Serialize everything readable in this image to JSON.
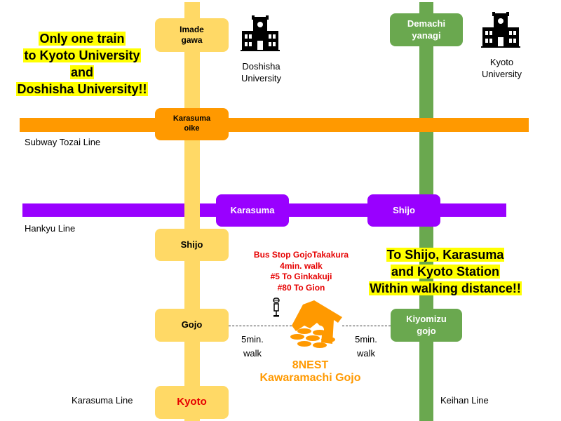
{
  "promo_left": {
    "lines": [
      "Only one train",
      "to Kyoto University",
      "and",
      "Doshisha University!!"
    ]
  },
  "promo_right": {
    "lines": [
      "To Shijo, Karasuma",
      "and Kyoto Station",
      "Within walking distance!!"
    ]
  },
  "universities": [
    {
      "name_line1": "Doshisha",
      "name_line2": "University",
      "icon": "school-building-icon"
    },
    {
      "name_line1": "Kyoto",
      "name_line2": "University",
      "icon": "school-building-icon"
    }
  ],
  "lines": {
    "tozai": {
      "label": "Subway Tozai Line",
      "color": "#ff9900"
    },
    "hankyu": {
      "label": "Hankyu Line",
      "color": "#9900ff"
    },
    "karasuma": {
      "label": "Karasuma Line",
      "color": "#ffd966"
    },
    "keihan": {
      "label": "Keihan Line",
      "color": "#6aa84f"
    }
  },
  "stations": {
    "imadegawa": {
      "line1": "Imade",
      "line2": "gawa"
    },
    "karasuma_oike": {
      "line1": "Karasuma",
      "line2": "oike"
    },
    "shijo_karasuma_line": {
      "name": "Shijo"
    },
    "gojo": {
      "name": "Gojo"
    },
    "kyoto": {
      "name": "Kyoto",
      "text_color": "#e60000"
    },
    "demachiyanagi": {
      "line1": "Demachi",
      "line2": "yanagi"
    },
    "kiyomizu_gojo": {
      "line1": "Kiyomizu",
      "line2": "gojo"
    },
    "hankyu_karasuma": {
      "name": "Karasuma"
    },
    "hankyu_shijo": {
      "name": "Shijo"
    }
  },
  "bus_stop": {
    "lines": [
      "Bus Stop GojoTakakura",
      "4min. walk",
      "#5 To Ginkakuji",
      "#80 To Gion"
    ],
    "icon": "bus-stop-icon"
  },
  "walks": {
    "left": {
      "line1": "5min.",
      "line2": "walk"
    },
    "right": {
      "line1": "5min.",
      "line2": "walk"
    }
  },
  "hotel": {
    "name_line1": "8NEST",
    "name_line2": "Kawaramachi Gojo",
    "icon": "house-logo-icon",
    "color": "#ff9900"
  }
}
